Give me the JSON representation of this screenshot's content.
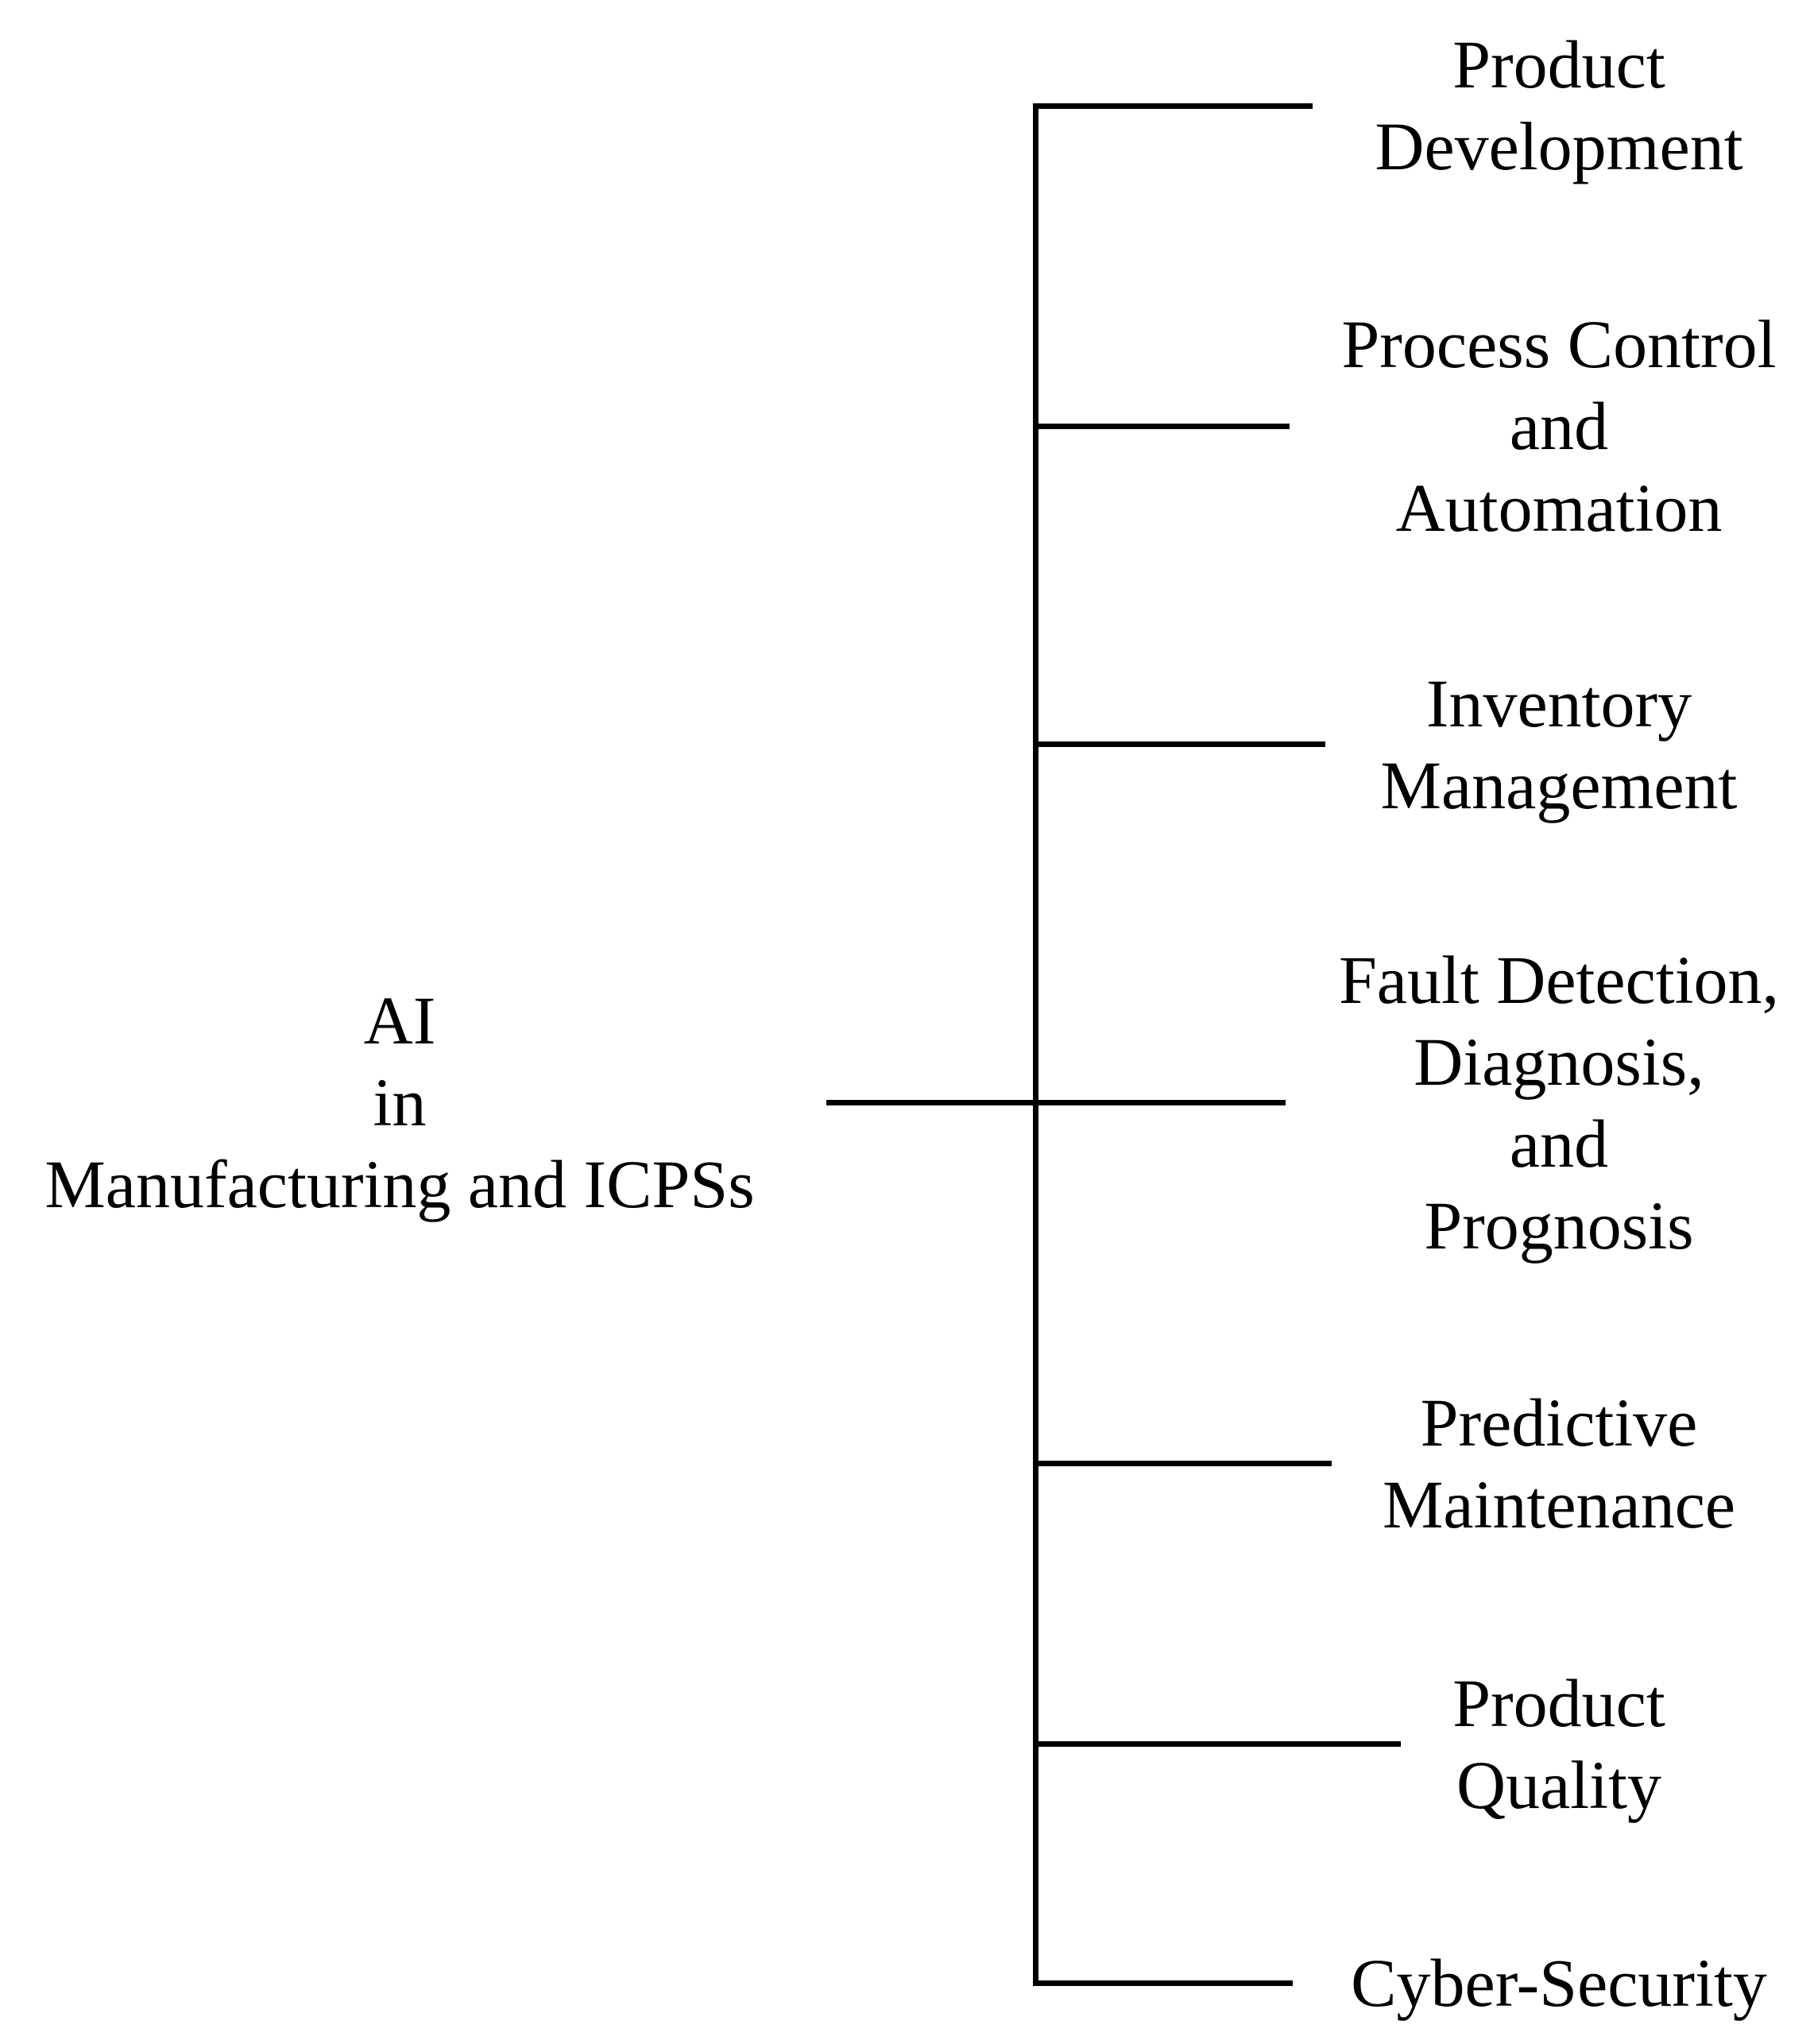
{
  "figure": {
    "type": "tree-diagram",
    "background_color": "#ffffff",
    "line_color": "#000000",
    "text_color": "#000000",
    "root": {
      "label": "AI\nin\nManufacturing and ICPSs"
    },
    "branches": [
      {
        "label": "Product\nDevelopment"
      },
      {
        "label": "Process Control\nand\nAutomation"
      },
      {
        "label": "Inventory\nManagement"
      },
      {
        "label": "Fault Detection,\nDiagnosis,\nand\nPrognosis"
      },
      {
        "label": "Predictive\nMaintenance"
      },
      {
        "label": "Product\nQuality"
      },
      {
        "label": "Cyber-Security"
      }
    ]
  }
}
